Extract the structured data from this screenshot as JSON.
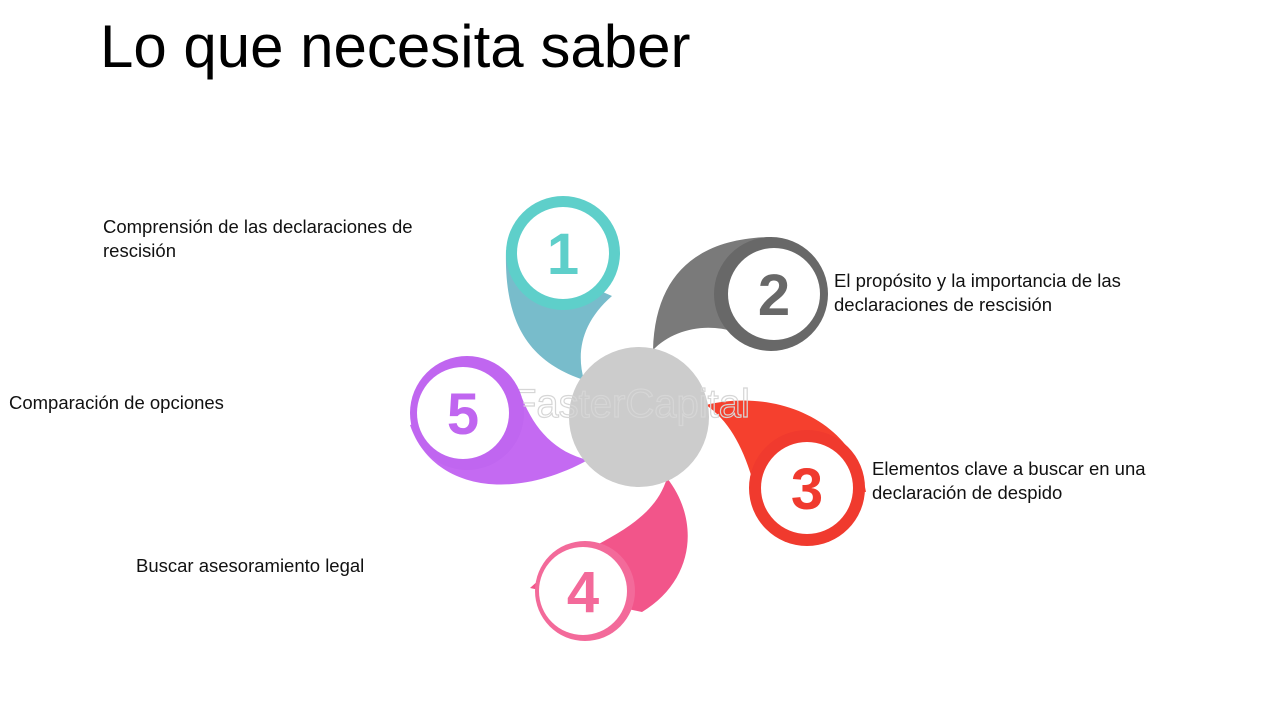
{
  "title": "Lo que necesita saber",
  "watermark": "FasterCapital",
  "center_color": "#cccccc",
  "items": [
    {
      "number": "1",
      "label": "Comprensión de las declaraciones de rescisión",
      "color": "#5ecfca",
      "tail_color": "#78bccb"
    },
    {
      "number": "2",
      "label": "El propósito y la importancia de las declaraciones de rescisión",
      "color": "#686868",
      "tail_color": "#7a7a7a"
    },
    {
      "number": "3",
      "label": "Elementos clave a buscar en una declaración de despido",
      "color": "#f03a2e",
      "tail_color": "#f5402e"
    },
    {
      "number": "4",
      "label": "Buscar asesoramiento legal",
      "color": "#f36a9a",
      "tail_color": "#f2558a"
    },
    {
      "number": "5",
      "label": "Comparación de opciones",
      "color": "#c066f0",
      "tail_color": "#c46af2"
    }
  ]
}
